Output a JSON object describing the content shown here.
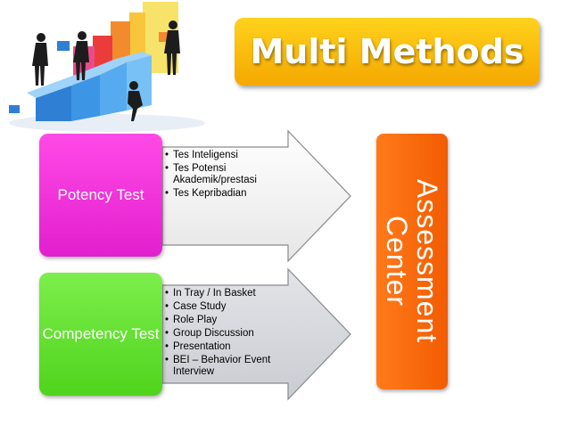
{
  "title": "Multi Methods",
  "potency": {
    "label": "Potency Test",
    "items": [
      "Tes Inteligensi",
      "Tes Potensi Akademik/prestasi",
      "Tes Kepribadian"
    ]
  },
  "competency": {
    "label": "Competency Test",
    "items": [
      "In Tray / In Basket",
      "Case Study",
      "Role Play",
      "Group Discussion",
      "Presentation",
      "BEI – Behavior Event Interview"
    ]
  },
  "assessment_center": {
    "line1": "Assessment",
    "line2": "Center"
  },
  "colors": {
    "title": "#f7b500",
    "potency": "#f02fd9",
    "competency": "#63e333",
    "assessment": "#f7650a"
  },
  "illustration": "people-building-colored-block-staircase"
}
